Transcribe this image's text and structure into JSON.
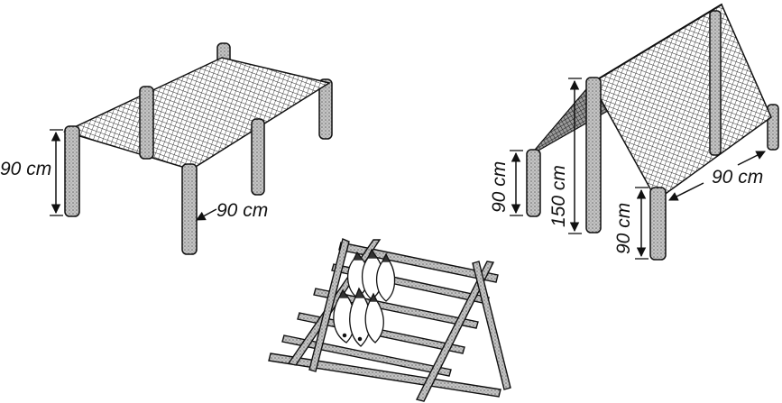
{
  "flat_rack": {
    "height_label": "90 cm",
    "spacing_label": "90 cm"
  },
  "tent_rack": {
    "side_height_label": "90 cm",
    "ridge_height_label": "150 cm",
    "front_height_label": "90 cm",
    "spacing_label": "90 cm"
  },
  "colors": {
    "ink": "#111111",
    "post_fill": "#bdbdbd",
    "net": "#2a2a2a"
  }
}
